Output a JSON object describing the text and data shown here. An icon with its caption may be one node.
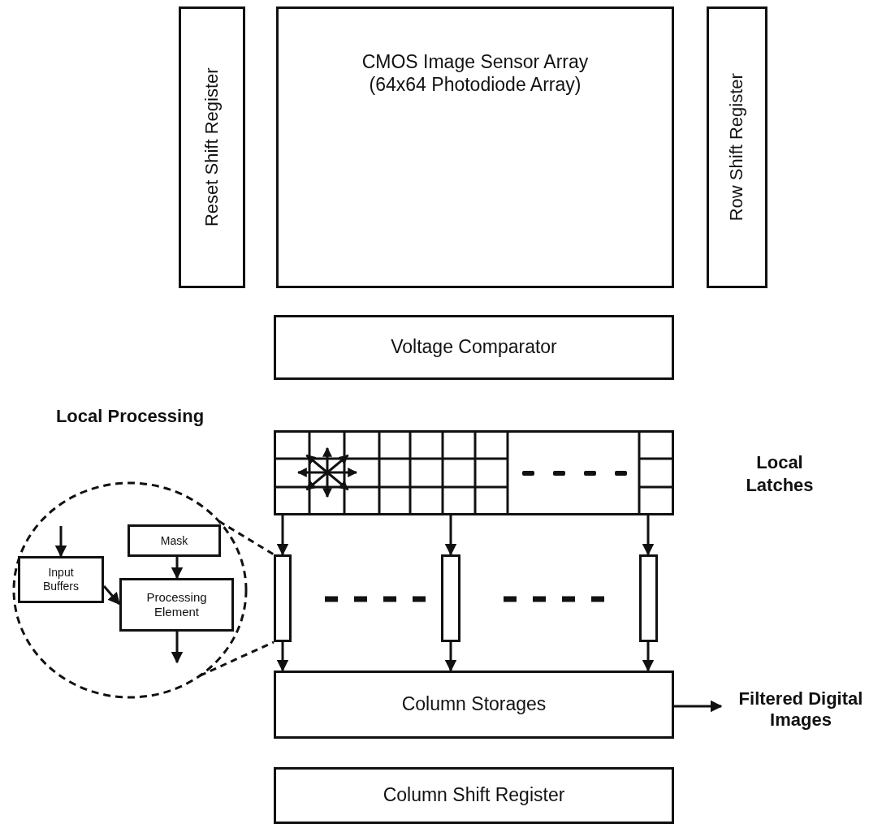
{
  "diagram": {
    "nodes": [
      {
        "text": [
          "Reset Shift Register"
        ]
      },
      {
        "text": [
          "CMOS Image Sensor Array",
          "(64x64 Photodiode Array)"
        ]
      },
      {
        "text": [
          "Row Shift Register"
        ]
      },
      {
        "text": [
          "Voltage Comparator"
        ]
      },
      {
        "text": [],
        "shape": "box"
      },
      {
        "text": [],
        "shape": "bar"
      },
      {
        "text": [],
        "shape": "bar"
      },
      {
        "text": [],
        "shape": "bar"
      },
      {
        "text": [
          "Column Storages"
        ]
      },
      {
        "text": [
          "Filtered Digital Images"
        ]
      },
      {
        "text": [
          "Column Shift Register"
        ]
      },
      {
        "text": [
          "Local Processing"
        ]
      },
      {
        "text": [
          "Input Buffers"
        ],
        "in": 11
      },
      {
        "text": [
          "Mask"
        ],
        "in": 11
      },
      {
        "text": [
          "Processing Element"
        ],
        "in": 11
      }
    ],
    "edges": [
      {
        "from": 4,
        "to": 5,
        "arrow": "to"
      },
      {
        "from": 4,
        "to": 6,
        "arrow": "to"
      },
      {
        "from": 4,
        "to": 7,
        "arrow": "to"
      },
      {
        "from": 5,
        "to": 8,
        "arrow": "to"
      },
      {
        "from": 6,
        "to": 8,
        "arrow": "to"
      },
      {
        "from": 7,
        "to": 8,
        "arrow": "to"
      },
      {
        "from": 8,
        "to": 9,
        "arrow": "to"
      },
      {
        "from": null,
        "to": 12,
        "arrow": "to"
      },
      {
        "from": 13,
        "to": 14,
        "arrow": "to"
      },
      {
        "from": 12,
        "to": 14,
        "arrow": "to"
      },
      {
        "from": 14,
        "to": null,
        "arrow": "to"
      },
      {
        "from": 11,
        "to": 5,
        "arrow": "none",
        "style": "dashed"
      },
      {
        "from": 11,
        "to": 5,
        "arrow": "none",
        "style": "dashed"
      }
    ],
    "labels": [
      "Local Latches"
    ]
  }
}
